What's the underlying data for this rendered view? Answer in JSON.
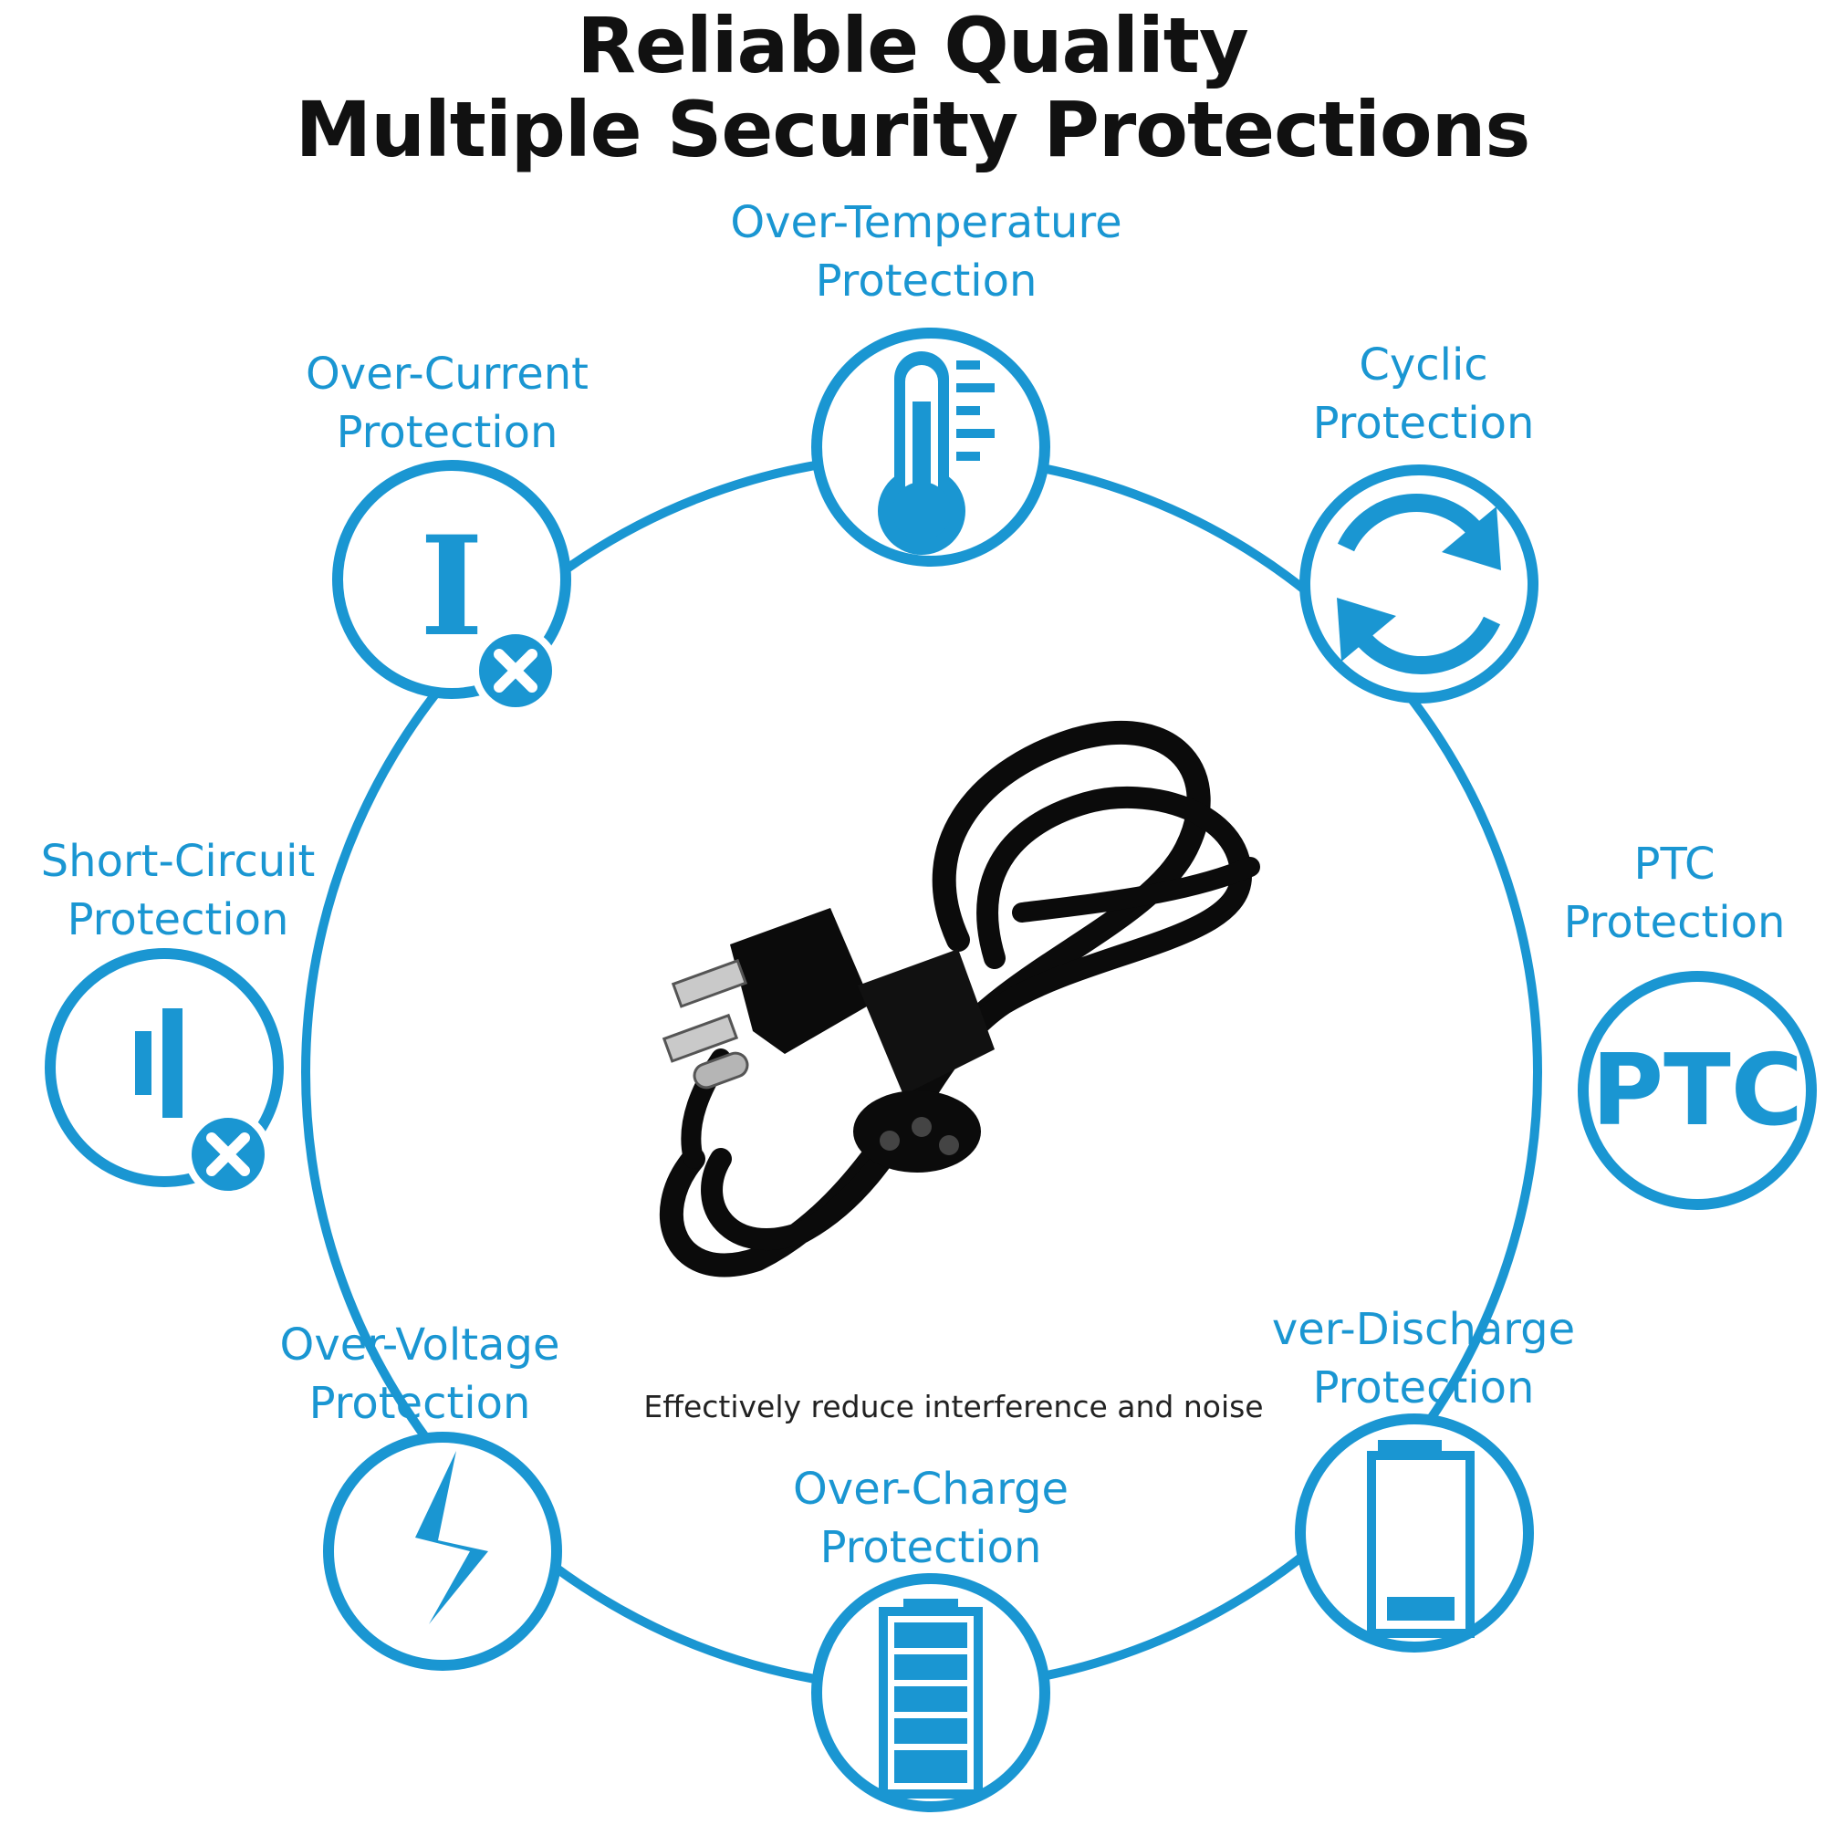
{
  "title": {
    "line1": "Reliable Quality",
    "line2": "Multiple Security Protections"
  },
  "colors": {
    "accent": "#1a96d2",
    "title": "#111111",
    "cable": "#0b0b0b"
  },
  "protections": [
    {
      "id": "over-temperature",
      "line1": "Over-Temperature",
      "line2": "Protection",
      "icon": "thermometer-icon"
    },
    {
      "id": "cyclic",
      "line1": "Cyclic",
      "line2": "Protection",
      "icon": "cycle-arrows-icon"
    },
    {
      "id": "ptc",
      "line1": "PTC",
      "line2": "Protection",
      "icon": "ptc-icon",
      "icon_text": "PTC"
    },
    {
      "id": "over-discharge",
      "line1": "ver-Discharge",
      "line2": "Protection",
      "icon": "empty-battery-icon"
    },
    {
      "id": "over-charge",
      "line1": "Over-Charge",
      "line2": "Protection",
      "icon": "full-battery-icon"
    },
    {
      "id": "over-voltage",
      "line1": "Over-Voltage",
      "line2": "Protection",
      "icon": "lightning-icon"
    },
    {
      "id": "short-circuit",
      "line1": "Short-Circuit",
      "line2": "Protection",
      "icon": "short-circuit-icon"
    },
    {
      "id": "over-current",
      "line1": "Over-Current",
      "line2": "Protection",
      "icon": "current-x-icon",
      "icon_text": "I"
    }
  ],
  "center": {
    "image": "power-cord-icon",
    "caption": "Effectively reduce interference and noise"
  }
}
